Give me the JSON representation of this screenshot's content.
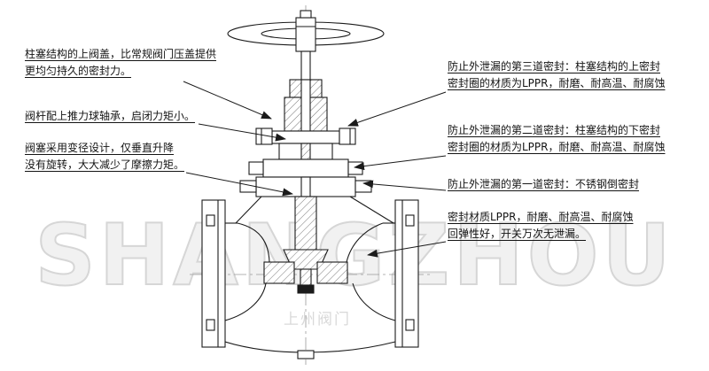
{
  "watermark": {
    "text": "SHANGZHOU",
    "subtext": "上州阀门"
  },
  "annotations": {
    "left": [
      {
        "text": "柱塞结构的上阀盖，比常规阀门压盖提供\n更均匀持久的密封力。"
      },
      {
        "text": "阀杆配上推力球轴承，启闭力矩小。"
      },
      {
        "text": "阀塞采用变径设计，仅垂直升降\n没有旋转，大大减少了摩擦力矩。"
      }
    ],
    "right": [
      {
        "text": "防止外泄漏的第三道密封：柱塞结构的上密封\n密封圈的材质为LPPR，耐磨、耐高温、耐腐蚀"
      },
      {
        "text": "防止外泄漏的第二道密封：柱塞结构的下密封\n密封圈的材质为LPPR，耐磨、耐高温、耐腐蚀"
      },
      {
        "text": "防止外泄漏的第一道密封：不锈钢倒密封"
      },
      {
        "text": "密封材质LPPR，耐磨、耐高温、耐腐蚀\n回弹性好，开关万次无泄漏。"
      }
    ]
  },
  "drawing": {
    "subject": "柱塞阀剖面图 (plunger globe valve cross-section)"
  },
  "colors": {
    "line": "#1b1b1b",
    "watermark": "#d6d6d6",
    "text": "#141414",
    "background": "#ffffff"
  }
}
